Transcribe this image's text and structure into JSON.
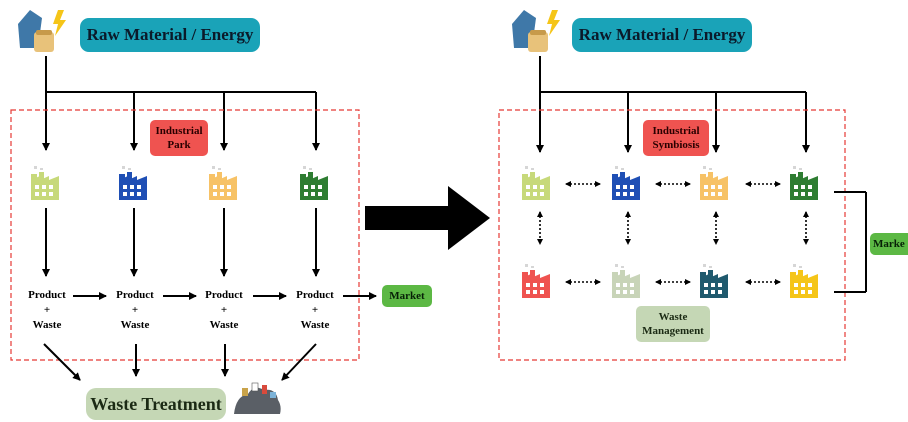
{
  "left": {
    "raw_label": "Raw Material / Energy",
    "park_label": "Industrial\nPark",
    "product_lines": [
      "Product",
      "+",
      "Waste"
    ],
    "market_label": "Market",
    "waste_treatment_label": "Waste Treatment"
  },
  "right": {
    "raw_label": "Raw Material / Energy",
    "symbiosis_label": "Industrial\nSymbiosis",
    "waste_mgmt_label": "Waste\nManagement",
    "market_label": "Marke"
  },
  "colors": {
    "raw_pill": "#1aa3b8",
    "red_pill": "#ef5350",
    "market_pill": "#5cb844",
    "sage_pill": "#c5d7b5",
    "dashed_border": "#e53935",
    "factory_lime": "#c7d97a",
    "factory_blue": "#1f4fb5",
    "factory_orange": "#f7c266",
    "factory_green": "#2e7d32",
    "factory_red": "#ef5350",
    "factory_sage": "#c8d4b8",
    "factory_teal": "#1f5a6e",
    "factory_yellow": "#f5c518"
  },
  "icons": [
    "resource-bag-icon",
    "lightning-icon",
    "factory-icon",
    "garbage-pile-icon"
  ]
}
